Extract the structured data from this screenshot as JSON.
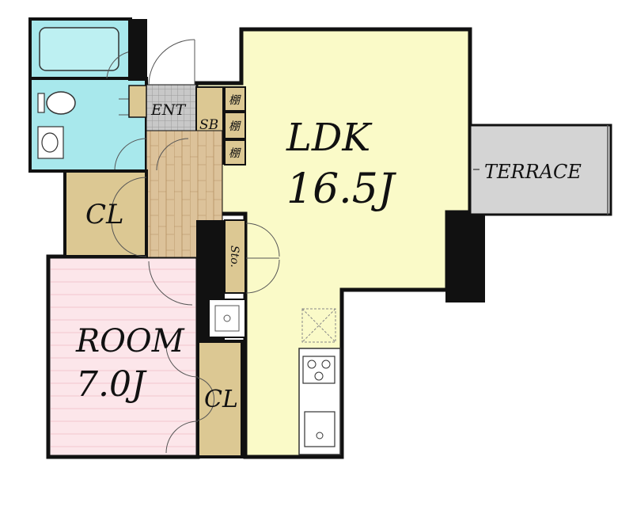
{
  "rooms": {
    "ldk": {
      "name": "LDK",
      "size": "16.5J"
    },
    "room": {
      "name": "ROOM",
      "size": "7.0J"
    },
    "terrace": {
      "name": "TERRACE"
    },
    "entrance": {
      "name": "ENT"
    },
    "shoe_box": {
      "name": "SB"
    },
    "closet_upper": {
      "name": "CL"
    },
    "closet_lower": {
      "name": "CL"
    },
    "storage": {
      "name": "Sto."
    },
    "shelves": [
      "棚",
      "棚",
      "棚"
    ]
  },
  "colors": {
    "ldk": "#fafac8",
    "room": "#fce6ea",
    "terrace": "#d4d4d4",
    "bath": "#a8e8ec",
    "closet": "#dcc893",
    "hall_floor": "#dcc29a",
    "entrance_floor": "#c8c8c8",
    "wall": "#111111"
  }
}
